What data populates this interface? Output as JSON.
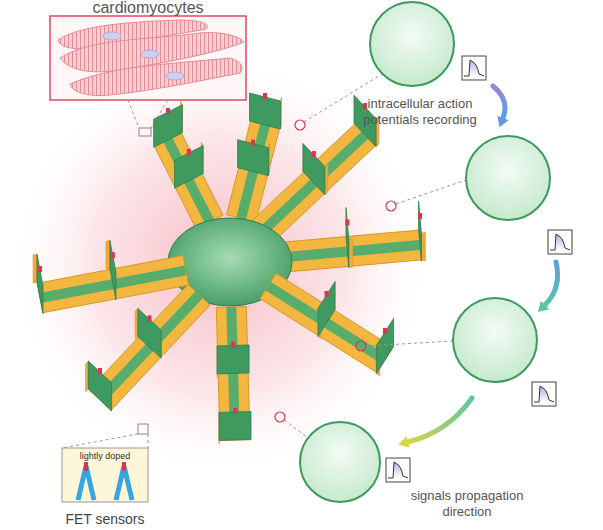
{
  "diagram": {
    "nodes": [
      {
        "text": [
          "cardiomyocytes"
        ]
      },
      {
        "text": [
          "lightly doped",
          "FET sensors"
        ]
      }
    ],
    "labels": [
      "intracellular action potentials recording",
      "signals propagation direction"
    ]
  }
}
